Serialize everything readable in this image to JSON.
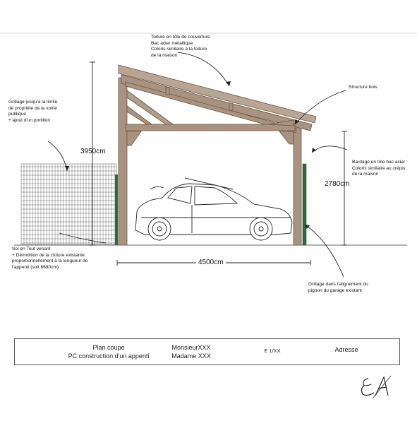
{
  "annotations": {
    "roof": "Toiture en tôle de couverture\nBac acier métallique\nColoris similaire à la toiture\nde la maison",
    "structure": "Structure bois",
    "grillage_limit": "Grillage jusqu'à la limite\nde propriété de la voirie\npublique\n+ ajout d'un portillon",
    "bardage": "Bardage en tôle bac acier\nColoris similaire au crépis\nde la maison",
    "sol": "Sol en Tout venant\n+ Démolition de la cloture existante\nproportionnellement à la longueur de\nl'appenti (soit 6680cm)",
    "grillage_align": "Grillage dans l'alignement du\npignon du garage existant"
  },
  "dimensions": {
    "height_total": "3950cm",
    "height_low": "2780cm",
    "width": "4500cm"
  },
  "cartouche": {
    "line1": "Plan coupe",
    "line2": "PC construction d'un appenti",
    "owner1": "MonsieurXXX",
    "owner2": "Madame XXX",
    "scale": "E 1/XX",
    "address": "Adresse"
  },
  "signature": "EA",
  "colors": {
    "wood": "#a89380",
    "wood_dark": "#6b5644",
    "post_green": "#2e6b3a",
    "line": "#222222"
  }
}
